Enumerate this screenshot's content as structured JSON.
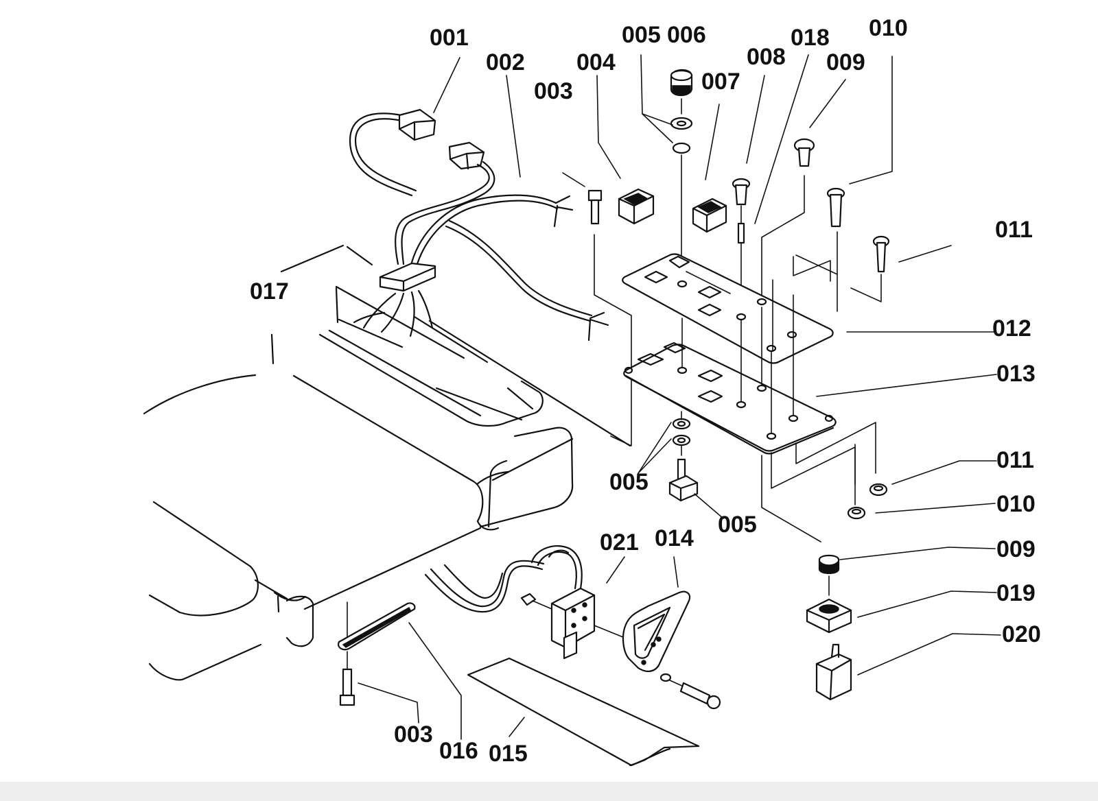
{
  "diagram": {
    "labels": {
      "l001": "001",
      "l002": "002",
      "l003_top": "003",
      "l004": "004",
      "l005_top": "005",
      "l006": "006",
      "l007": "007",
      "l008": "008",
      "l018": "018",
      "l009_top": "009",
      "l010_top": "010",
      "l011_top": "011",
      "l012": "012",
      "l013": "013",
      "l017": "017",
      "l011_bottom": "011",
      "l010_bottom": "010",
      "l009_bottom": "009",
      "l019": "019",
      "l020": "020",
      "l005_mid": "005",
      "l005_low": "005",
      "l021": "021",
      "l014": "014",
      "l003_bottom": "003",
      "l016": "016",
      "l015": "015"
    }
  }
}
